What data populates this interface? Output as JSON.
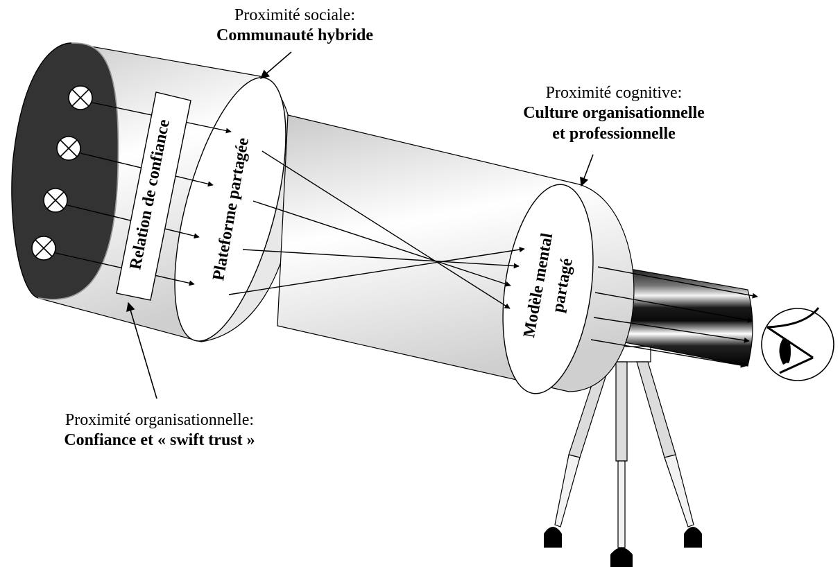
{
  "labels": {
    "social": {
      "heading": "Proximité sociale:",
      "concept": "Communauté hybride"
    },
    "cognitive": {
      "heading": "Proximité cognitive:",
      "concept_line1": "Culture organisationnelle",
      "concept_line2": "et professionnelle"
    },
    "organisational": {
      "heading": "Proximité organisationnelle:",
      "concept": "Confiance et « swift trust »"
    }
  },
  "lenses": {
    "trust": "Relation de confiance",
    "platform": "Plateforme partagée",
    "mental_model_line1": "Modèle mental",
    "mental_model_line2": "partagé"
  },
  "icons": [
    "light-source-icon",
    "eye-icon"
  ]
}
